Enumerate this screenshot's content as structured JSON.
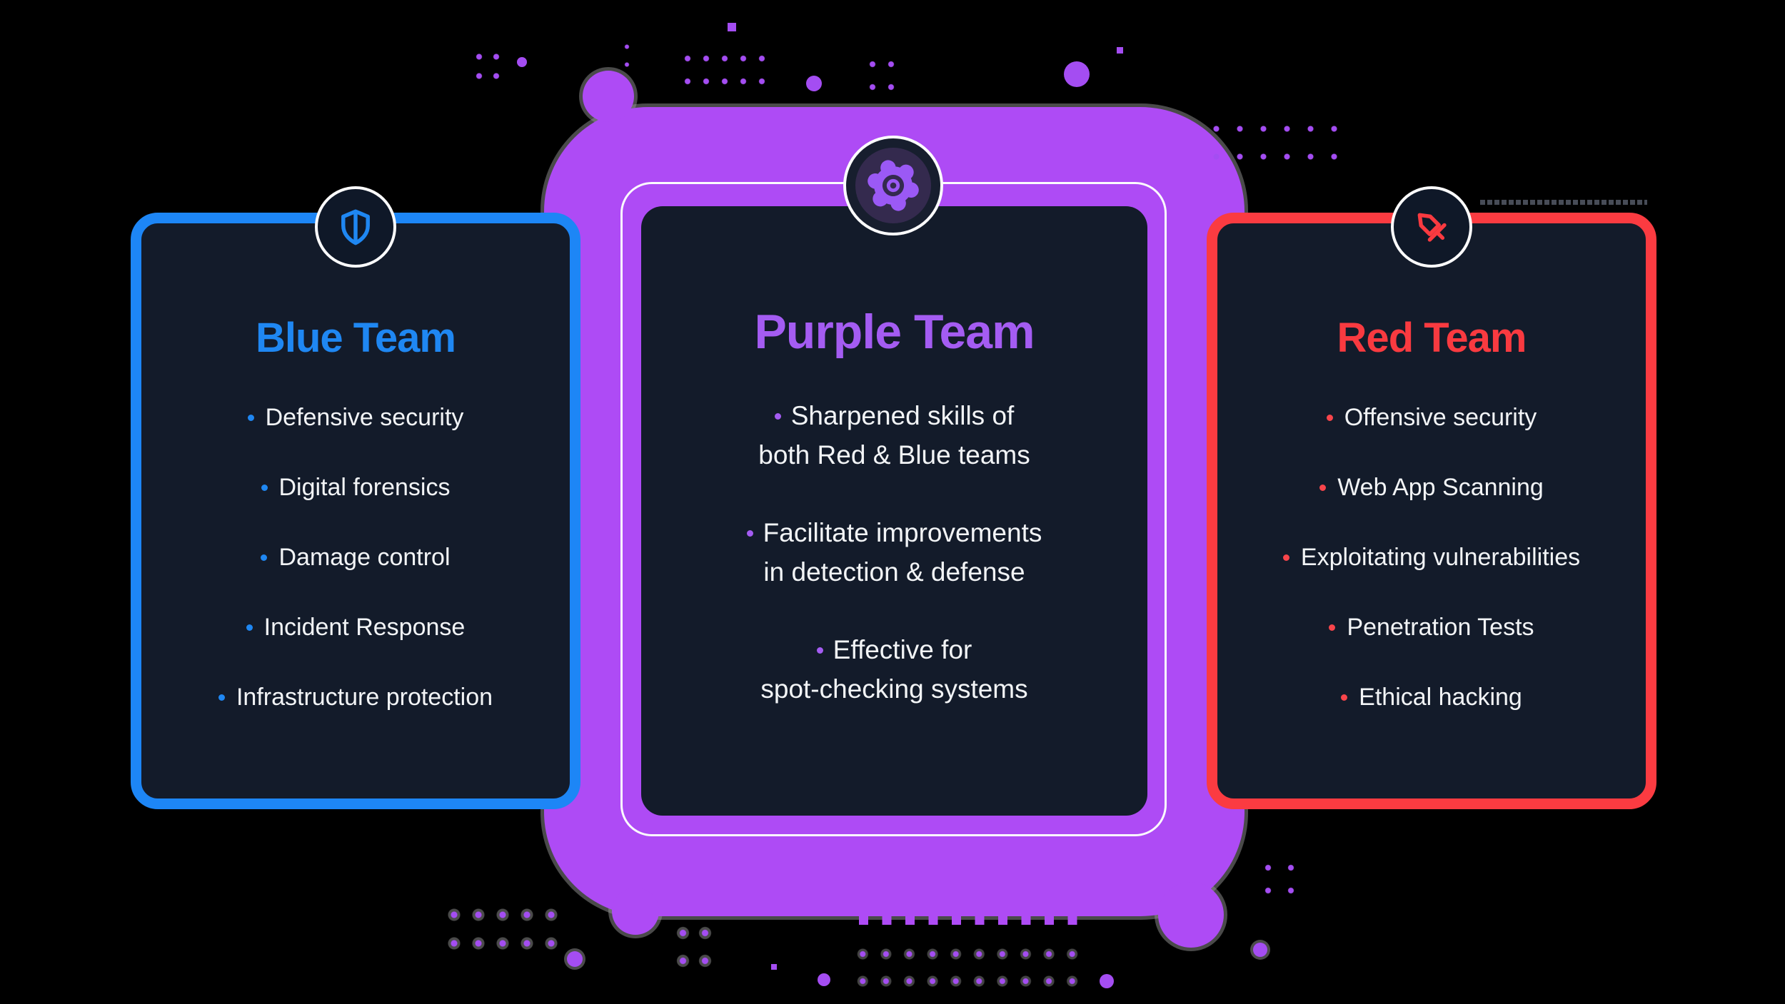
{
  "teams": {
    "blue": {
      "title": "Blue Team",
      "items": [
        "Defensive security",
        "Digital forensics",
        "Damage control",
        "Incident Response",
        "Infrastructure protection"
      ]
    },
    "purple": {
      "title": "Purple Team",
      "items": [
        {
          "line1": "Sharpened skills of",
          "line2": "both Red & Blue teams"
        },
        {
          "line1": "Facilitate improvements",
          "line2": "in detection & defense"
        },
        {
          "line1": "Effective for",
          "line2": "spot-checking systems"
        }
      ]
    },
    "red": {
      "title": "Red Team",
      "items": [
        "Offensive security",
        "Web App Scanning",
        "Exploitating vulnerabilities",
        "Penetration Tests",
        "Ethical hacking"
      ]
    }
  },
  "icons": {
    "blue": "shield-icon",
    "purple": "gear-icon",
    "red": "sword-icon"
  },
  "colors": {
    "background": "#000000",
    "blue_accent": "#1F87F2",
    "blue_border": "#1D86F6",
    "purple_accent": "#A45CF2",
    "purple_blob": "#AE4BF5",
    "red_accent": "#F93A40",
    "red_border": "#FB3B41",
    "card_background": "#131B2A",
    "badge_inner_purple": "#342A4E",
    "list_text": "#F2F4F6",
    "white_outline": "#FBFBFD"
  }
}
